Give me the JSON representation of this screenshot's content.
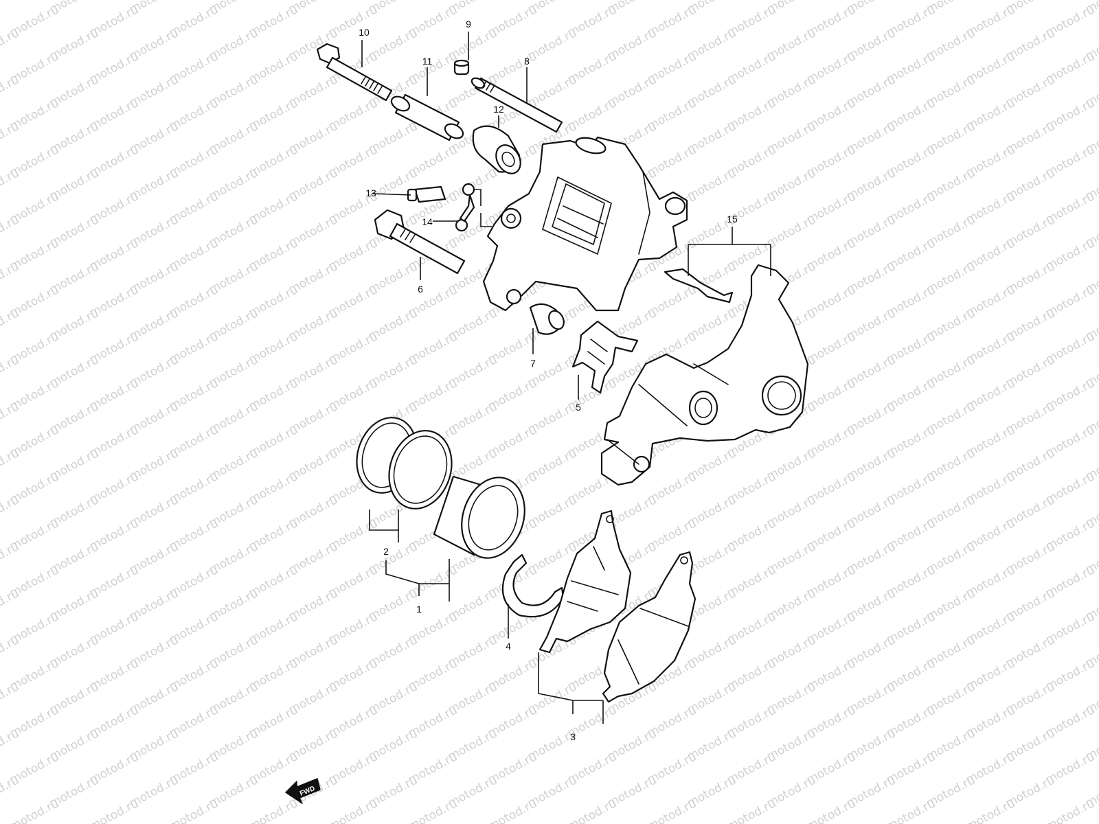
{
  "watermark": {
    "text": "motod.ru"
  },
  "fwd_indicator": {
    "label": "FWD"
  },
  "callouts": [
    "1",
    "2",
    "3",
    "4",
    "5",
    "6",
    "7",
    "8",
    "9",
    "10",
    "11",
    "12",
    "13",
    "14",
    "15"
  ],
  "colors": {
    "line": "#111111",
    "watermark": "#d0d0d0",
    "background": "#ffffff"
  }
}
